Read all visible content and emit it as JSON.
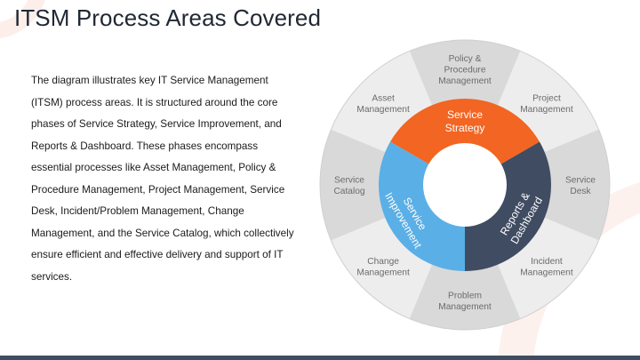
{
  "title": "ITSM Process Areas Covered",
  "description": "The diagram illustrates key IT Service Management (ITSM) process areas. It is structured around the core phases of Service Strategy, Service Improvement, and Reports & Dashboard. These phases encompass essential processes like Asset Management, Policy & Procedure Management, Project Management, Service Desk, Incident/Problem Management, Change Management, and the Service Catalog, which collectively ensure efficient and effective delivery and support of IT services.",
  "diagram": {
    "core_phases": [
      {
        "line1": "Service",
        "line2": "Strategy",
        "color": "#f26522"
      },
      {
        "line1": "Reports &",
        "line2": "Dashboard",
        "color": "#3f4c62"
      },
      {
        "line1": "Service",
        "line2": "Improvement",
        "color": "#5aafe6"
      }
    ],
    "process_areas": [
      {
        "lines": [
          "Policy &",
          "Procedure",
          "Management"
        ],
        "shade": "#d9d9d9"
      },
      {
        "lines": [
          "Project",
          "Management"
        ],
        "shade": "#ededed"
      },
      {
        "lines": [
          "Service",
          "Desk"
        ],
        "shade": "#d9d9d9"
      },
      {
        "lines": [
          "Incident",
          "Management"
        ],
        "shade": "#ededed"
      },
      {
        "lines": [
          "Problem",
          "Management"
        ],
        "shade": "#d9d9d9"
      },
      {
        "lines": [
          "Change",
          "Management"
        ],
        "shade": "#ededed"
      },
      {
        "lines": [
          "Service",
          "Catalog"
        ],
        "shade": "#d9d9d9"
      },
      {
        "lines": [
          "Asset",
          "Management"
        ],
        "shade": "#ededed"
      }
    ]
  },
  "colors": {
    "title": "#212835",
    "accent_orange": "#f26522",
    "accent_blue": "#5aafe6",
    "accent_dark": "#3f4c62",
    "bottom_bar": "#3f4c62"
  }
}
